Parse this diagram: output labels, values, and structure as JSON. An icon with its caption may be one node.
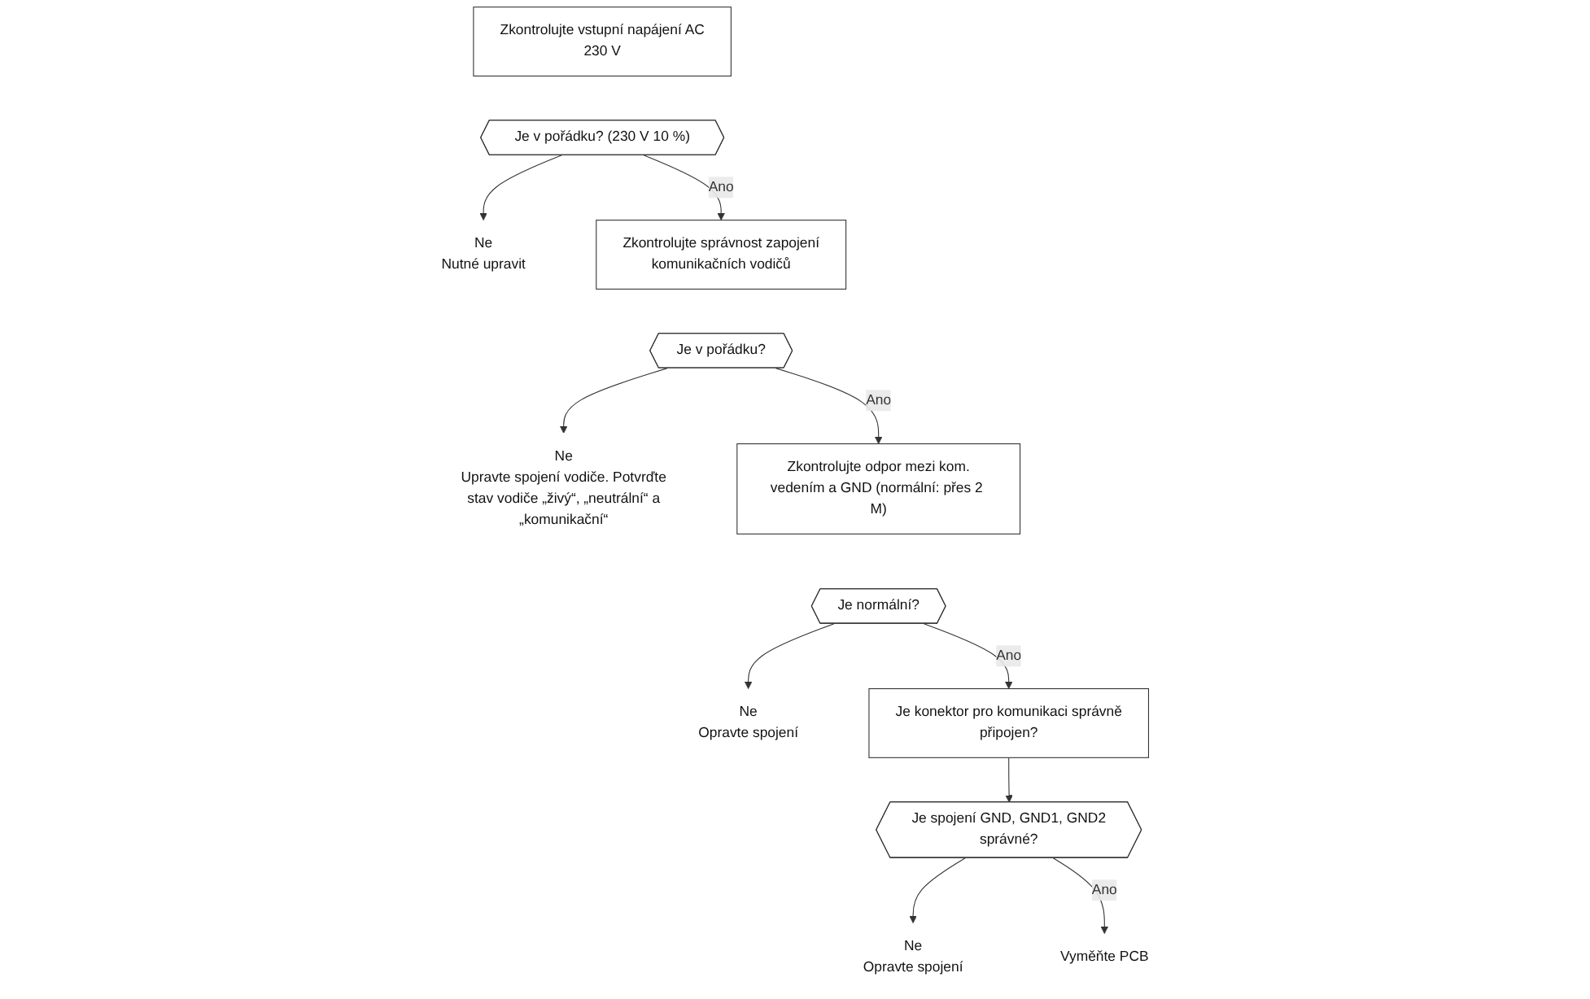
{
  "diagram": {
    "nodes": [
      {
        "text": [
          "Zkontrolujte vstupní napájení AC 230 V"
        ]
      },
      {
        "text": [
          "Je v pořádku? (230 V 10 %)"
        ]
      },
      {
        "text": [
          "Ne",
          "Nutné upravit"
        ]
      },
      {
        "text": [
          "Zkontrolujte správnost zapojení komunikačních vodičů"
        ]
      },
      {
        "text": [
          "Je v pořádku?"
        ]
      },
      {
        "text": [
          "Ne",
          "Upravte spojení vodiče. Potvrďte stav vodiče „živý“, „neutrální“ a „komunikační“"
        ]
      },
      {
        "text": [
          "Zkontrolujte odpor mezi kom. vedením a GND (normální: přes 2 M)"
        ]
      },
      {
        "text": [
          "Je normální?"
        ]
      },
      {
        "text": [
          "Ne",
          "Opravte spojení"
        ]
      },
      {
        "text": [
          "Je konektor pro komunikaci správně připojen?"
        ]
      },
      {
        "text": [
          "Je spojení GND, GND1, GND2 správné?"
        ]
      },
      {
        "text": [
          "Ne",
          "Opravte spojení"
        ]
      },
      {
        "text": [
          "Vyměňte PCB"
        ]
      }
    ],
    "edges": [
      {
        "from": 1,
        "to": 2,
        "arrow": "to"
      },
      {
        "from": 1,
        "to": 3,
        "arrow": "to",
        "label": "Ano"
      },
      {
        "from": 4,
        "to": 5,
        "arrow": "to"
      },
      {
        "from": 4,
        "to": 6,
        "arrow": "to",
        "label": "Ano"
      },
      {
        "from": 7,
        "to": 8,
        "arrow": "to"
      },
      {
        "from": 7,
        "to": 9,
        "arrow": "to",
        "label": "Ano"
      },
      {
        "from": 9,
        "to": 10,
        "arrow": "to"
      },
      {
        "from": 10,
        "to": 11,
        "arrow": "to"
      },
      {
        "from": 10,
        "to": 12,
        "arrow": "to",
        "label": "Ano"
      }
    ]
  }
}
